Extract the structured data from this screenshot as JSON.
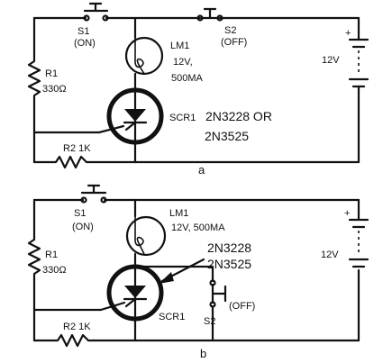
{
  "circuit_a": {
    "s1_name": "S1",
    "s1_state": "(ON)",
    "s2_name": "S2",
    "s2_state": "(OFF)",
    "lamp_name": "LM1",
    "lamp_rating_1": "12V,",
    "lamp_rating_2": "500MA",
    "r1_name": "R1",
    "r1_value": "330Ω",
    "scr_name": "SCR1",
    "scr_part_1": "2N3228 OR",
    "scr_part_2": "2N3525",
    "r2_label": "R2 1K",
    "battery_label": "12V",
    "battery_plus": "+",
    "figure_label": "a"
  },
  "circuit_b": {
    "s1_name": "S1",
    "s1_state": "(ON)",
    "lamp_name": "LM1",
    "lamp_rating": "12V, 500MA",
    "scr_part_1": "2N3228",
    "scr_part_2": "2N3525",
    "r1_name": "R1",
    "r1_value": "330Ω",
    "scr_name": "SCR1",
    "s2_state": "(OFF)",
    "s2_name": "S2",
    "r2_label": "R2 1K",
    "battery_label": "12V",
    "battery_plus": "+",
    "figure_label": "b"
  }
}
